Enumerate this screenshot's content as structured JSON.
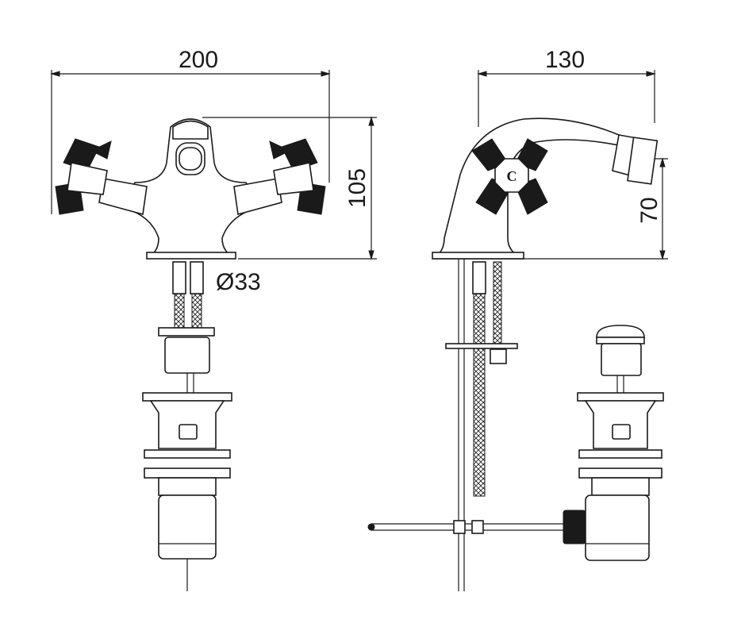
{
  "drawing": {
    "front_view": {
      "width_dimension": "200",
      "height_dimension": "105",
      "hole_diameter": "Ø33"
    },
    "side_view": {
      "depth_dimension": "130",
      "spout_height_dimension": "70",
      "handle_mark": "C"
    },
    "colors": {
      "line": "#1a1a1a",
      "background": "#ffffff"
    }
  }
}
